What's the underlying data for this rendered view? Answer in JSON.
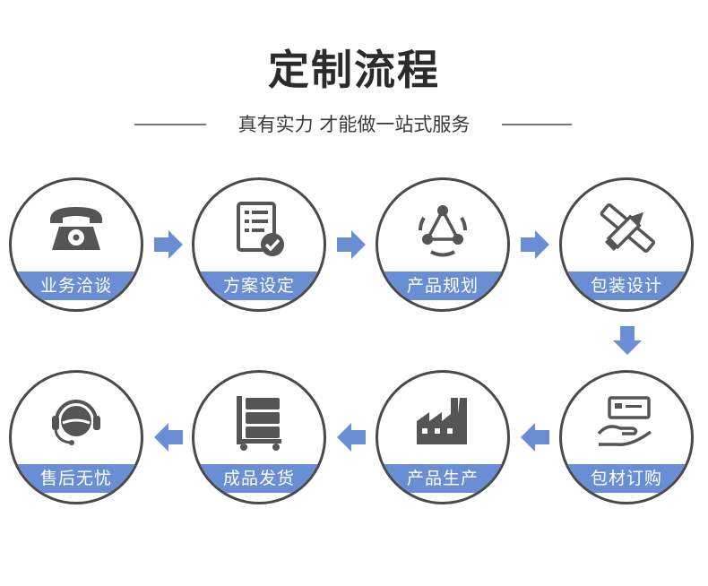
{
  "header": {
    "title": "定制流程",
    "subtitle": "真有实力 才能做一站式服务"
  },
  "colors": {
    "band": "#6a8ed4",
    "arrow": "#6a8ed4",
    "circle_border": "#4a4a4a",
    "icon": "#555555"
  },
  "steps": [
    {
      "label": "业务洽谈",
      "icon": "telephone-icon"
    },
    {
      "label": "方案设定",
      "icon": "checklist-icon"
    },
    {
      "label": "产品规划",
      "icon": "network-icon"
    },
    {
      "label": "包装设计",
      "icon": "ruler-pencil-icon"
    },
    {
      "label": "包材订购",
      "icon": "hand-card-icon"
    },
    {
      "label": "产品生产",
      "icon": "factory-icon"
    },
    {
      "label": "成品发货",
      "icon": "cart-icon"
    },
    {
      "label": "售后无忧",
      "icon": "headset-icon"
    }
  ]
}
